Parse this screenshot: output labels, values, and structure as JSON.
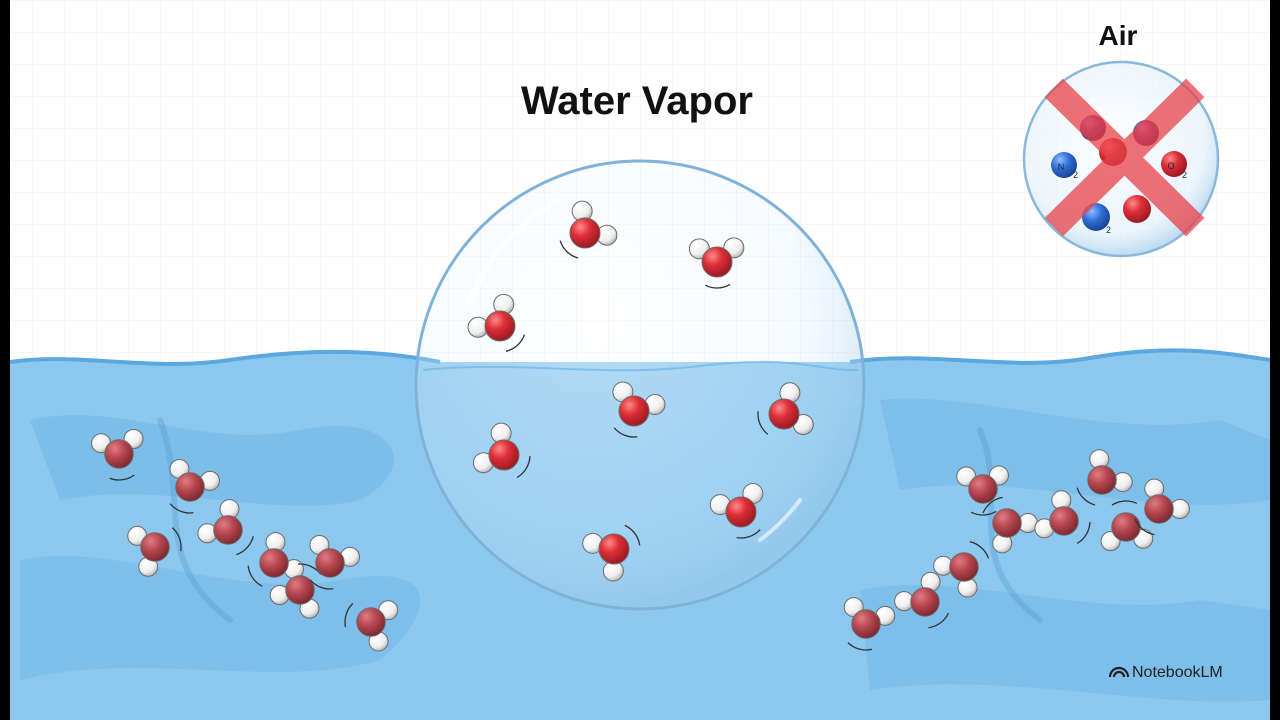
{
  "diagram": {
    "title": "Water Vapor",
    "air": {
      "label": "Air",
      "molecules": [
        {
          "symbol": "N",
          "subscript": "2",
          "color": "#2f6fd6"
        },
        {
          "symbol": "O",
          "subscript": "2",
          "color": "#d9343b"
        },
        {
          "symbol": "",
          "subscript": "2",
          "color": "#2f6fd6"
        }
      ],
      "crossed_out": true
    },
    "watermark": {
      "label": "NotebookLM",
      "icon": "notebooklm-logo-icon"
    }
  },
  "colors": {
    "oxygen_atom": "#d9343b",
    "hydrogen_atom": "#f4f4f4",
    "liquid_oxygen": "#b5464f",
    "water": "#8cc8ee",
    "water_deep": "#5aa8df",
    "cross": "#e8434a",
    "background": "#ffffff",
    "grid": "#e6ecef"
  }
}
